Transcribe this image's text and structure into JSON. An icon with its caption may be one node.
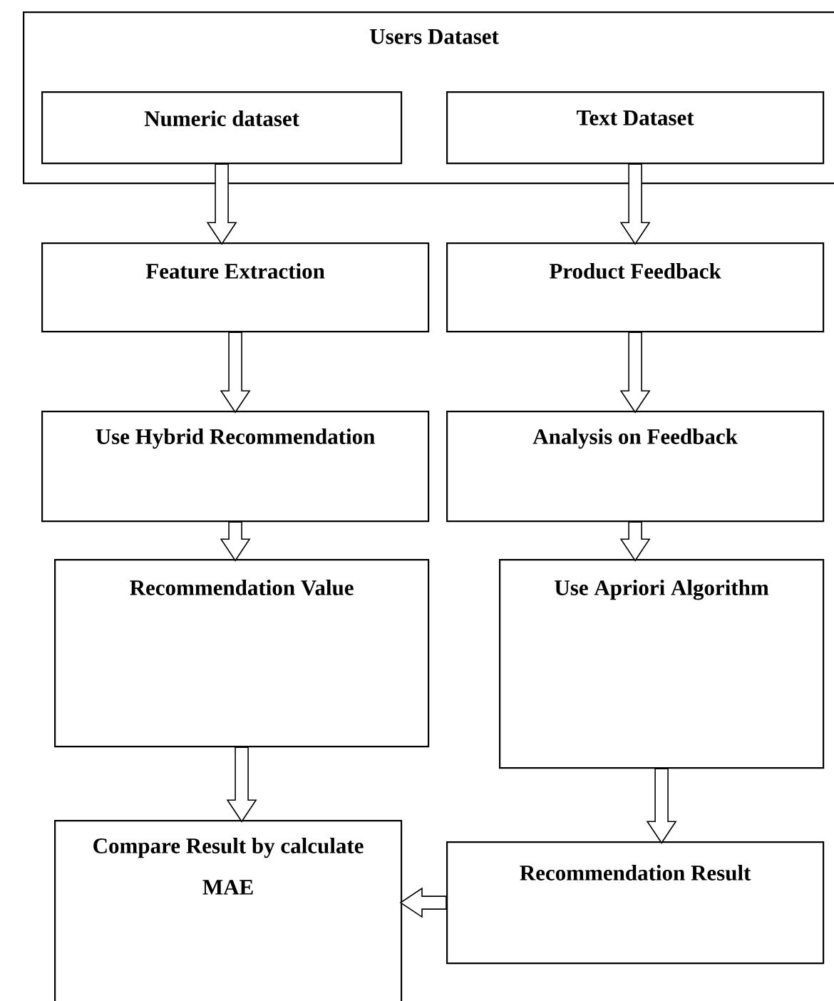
{
  "diagram": {
    "nodes": [
      {
        "text": [
          "Users Dataset"
        ]
      },
      {
        "text": [
          "Numeric dataset"
        ],
        "in": 0
      },
      {
        "text": [
          "Text Dataset"
        ],
        "in": 0
      },
      {
        "text": [
          "Feature Extraction"
        ]
      },
      {
        "text": [
          "Product Feedback"
        ]
      },
      {
        "text": [
          "Use Hybrid Recommendation"
        ]
      },
      {
        "text": [
          "Analysis on Feedback"
        ]
      },
      {
        "text": [
          "Recommendation Value"
        ]
      },
      {
        "text": [
          "Use Apriori Algorithm"
        ]
      },
      {
        "text": [
          "Compare Result by calculate MAE"
        ]
      },
      {
        "text": [
          "Recommendation Result"
        ]
      }
    ],
    "edges": [
      {
        "from": 1,
        "to": 3,
        "arrow": "to"
      },
      {
        "from": 2,
        "to": 4,
        "arrow": "to"
      },
      {
        "from": 3,
        "to": 5,
        "arrow": "to"
      },
      {
        "from": 4,
        "to": 6,
        "arrow": "to"
      },
      {
        "from": 5,
        "to": 7,
        "arrow": "to"
      },
      {
        "from": 6,
        "to": 8,
        "arrow": "to"
      },
      {
        "from": 7,
        "to": 9,
        "arrow": "to"
      },
      {
        "from": 8,
        "to": 10,
        "arrow": "to"
      },
      {
        "from": 10,
        "to": 9,
        "arrow": "to"
      }
    ]
  }
}
